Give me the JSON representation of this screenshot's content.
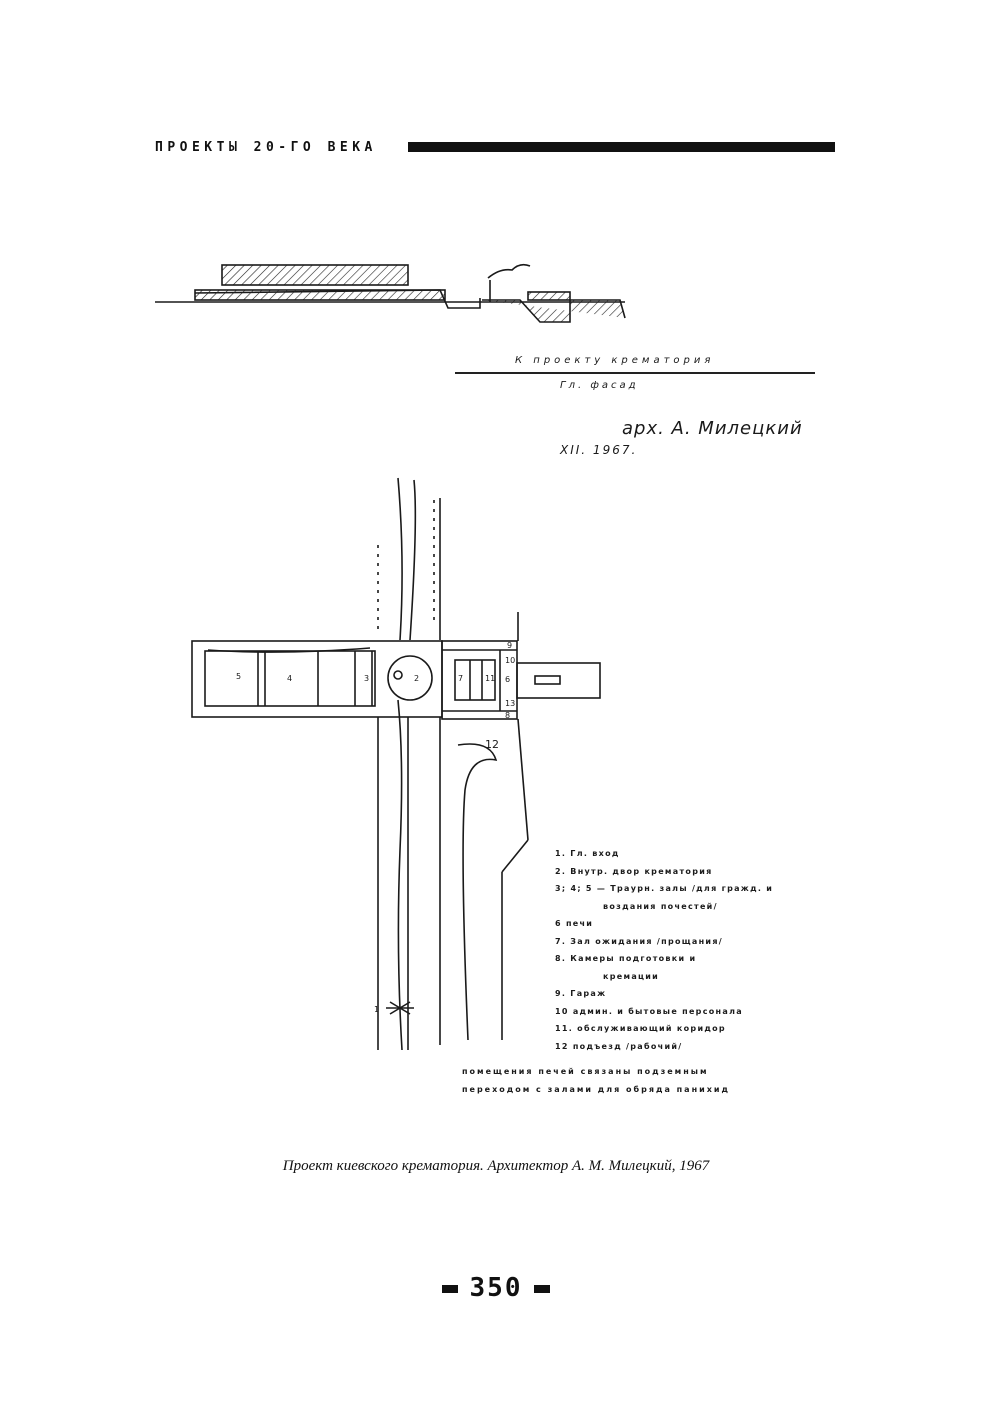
{
  "header": {
    "section_title": "ПРОЕКТЫ 20-ГО ВЕКА"
  },
  "drawing": {
    "title": "К проекту крематория",
    "subtitle": "Гл. фасад",
    "signature": "арх. А. Милецкий",
    "date": "XII. 1967.",
    "plan_labels": [
      "1",
      "2",
      "3",
      "4",
      "5",
      "6",
      "7",
      "8",
      "9",
      "10",
      "11",
      "12",
      "13"
    ],
    "legend": [
      "1. Гл. вход",
      "2. Внутр. двор крематория",
      "3; 4; 5 — Траурн. залы /для гражд. и",
      "воздания почестей/",
      "6  печи",
      "7. Зал ожидания /прощания/",
      "8. Камеры подготовки и",
      "кремации",
      "9. Гараж",
      "10 админ. и бытовые персонала",
      "11. обслуживающий коридор",
      "12 подъезд /рабочий/"
    ],
    "note_lines": [
      "помещения печей связаны подземным",
      "переходом с залами для обряда панихид"
    ]
  },
  "caption": "Проект киевского крематория. Архитектор А. М. Милецкий, 1967",
  "page_number": "350"
}
